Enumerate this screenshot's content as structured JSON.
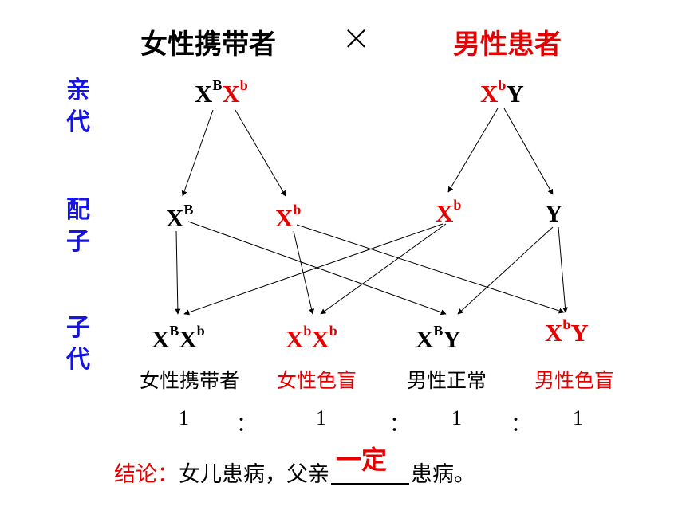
{
  "header": {
    "female_parent": "女性携带者",
    "cross_symbol": "×",
    "male_parent": "男性患者"
  },
  "labels": {
    "parents": [
      "亲",
      "代"
    ],
    "gametes": [
      "配",
      "子"
    ],
    "offspring": [
      "子",
      "代"
    ]
  },
  "parents": {
    "female": [
      {
        "base": "X",
        "sup": "B",
        "color": "black"
      },
      {
        "base": "X",
        "sup": "b",
        "color": "red"
      }
    ],
    "male": [
      {
        "base": "X",
        "sup": "b",
        "color": "red"
      },
      {
        "base": "Y",
        "sup": "",
        "color": "black"
      }
    ]
  },
  "gametes": [
    {
      "base": "X",
      "sup": "B",
      "color": "black"
    },
    {
      "base": "X",
      "sup": "b",
      "color": "red"
    },
    {
      "base": "X",
      "sup": "b",
      "color": "red"
    },
    {
      "base": "Y",
      "sup": "",
      "color": "black"
    }
  ],
  "offspring": [
    {
      "parts": [
        {
          "base": "X",
          "sup": "B",
          "color": "black"
        },
        {
          "base": "X",
          "sup": "b",
          "color": "black"
        }
      ],
      "phenotype": "女性携带者",
      "pheno_color": "black"
    },
    {
      "parts": [
        {
          "base": "X",
          "sup": "b",
          "color": "red"
        },
        {
          "base": "X",
          "sup": "b",
          "color": "red"
        }
      ],
      "phenotype": "女性色盲",
      "pheno_color": "red"
    },
    {
      "parts": [
        {
          "base": "X",
          "sup": "B",
          "color": "black"
        },
        {
          "base": "Y",
          "sup": "",
          "color": "black"
        }
      ],
      "phenotype": "男性正常",
      "pheno_color": "black"
    },
    {
      "parts": [
        {
          "base": "X",
          "sup": "b",
          "color": "red"
        },
        {
          "base": "Y",
          "sup": "",
          "color": "red"
        }
      ],
      "phenotype": "男性色盲",
      "pheno_color": "red"
    }
  ],
  "ratio": {
    "values": [
      "1",
      "1",
      "1",
      "1"
    ],
    "separator": "："
  },
  "conclusion": {
    "prefix": "结论：",
    "text_before": "女儿患病，父亲",
    "answer": "一定",
    "text_after": "患病。"
  },
  "colors": {
    "label_blue": "#1414e6",
    "highlight_red": "#e60000",
    "text_black": "#000000"
  }
}
